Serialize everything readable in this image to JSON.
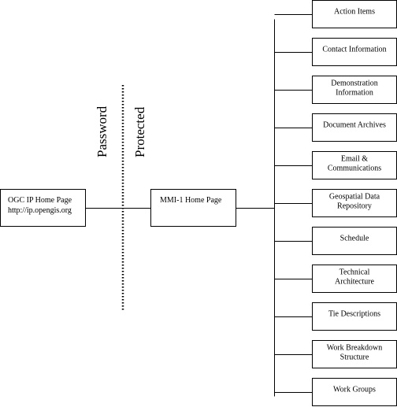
{
  "nodes": {
    "ogc": {
      "lines": [
        "OGC IP Home Page",
        "http://ip.opengis.org"
      ]
    },
    "mmi": {
      "lines": [
        "MMI-1 Home Page"
      ]
    }
  },
  "divider_labels": [
    "Password",
    "Protected"
  ],
  "pages": [
    {
      "lines": [
        "Action Items"
      ]
    },
    {
      "lines": [
        "Contact Information"
      ]
    },
    {
      "lines": [
        "Demonstration",
        "Information"
      ]
    },
    {
      "lines": [
        "Document Archives"
      ]
    },
    {
      "lines": [
        "Email &",
        "Communications"
      ]
    },
    {
      "lines": [
        "Geospatial Data",
        "Repository"
      ]
    },
    {
      "lines": [
        "Schedule"
      ]
    },
    {
      "lines": [
        "Technical",
        "Architecture"
      ]
    },
    {
      "lines": [
        "Tie Descriptions"
      ]
    },
    {
      "lines": [
        "Work Breakdown",
        "Structure"
      ]
    },
    {
      "lines": [
        "Work Groups"
      ]
    }
  ]
}
